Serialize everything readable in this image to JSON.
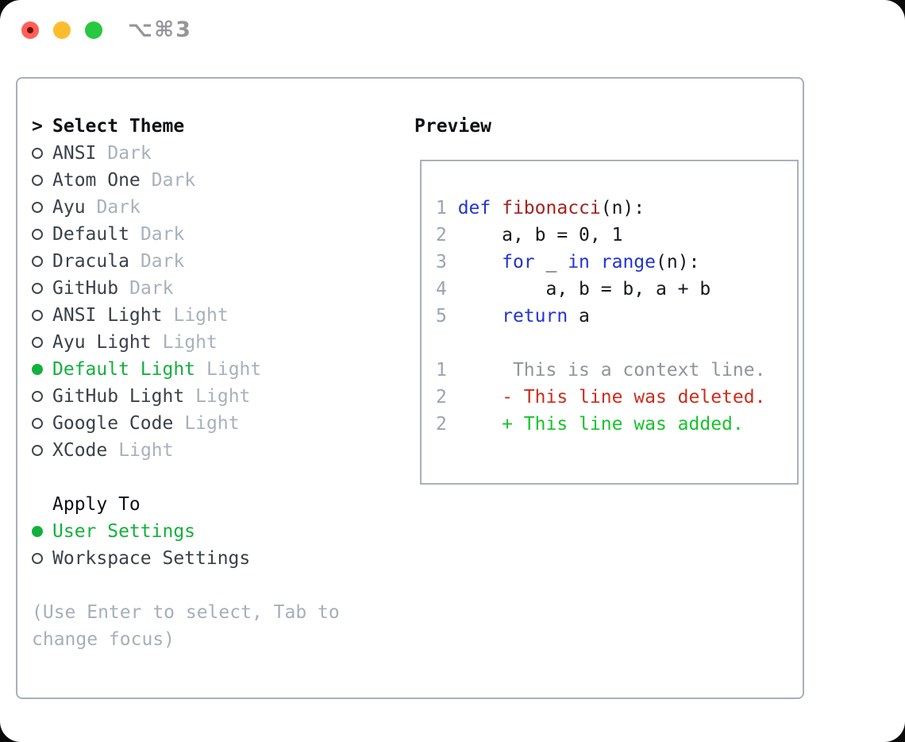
{
  "window": {
    "shortcut": "⌥⌘3"
  },
  "theme_list": {
    "prompt": ">",
    "header": "Select Theme",
    "items": [
      {
        "name": "ANSI",
        "variant": "Dark",
        "selected": false
      },
      {
        "name": "Atom One",
        "variant": "Dark",
        "selected": false
      },
      {
        "name": "Ayu",
        "variant": "Dark",
        "selected": false
      },
      {
        "name": "Default",
        "variant": "Dark",
        "selected": false
      },
      {
        "name": "Dracula",
        "variant": "Dark",
        "selected": false
      },
      {
        "name": "GitHub",
        "variant": "Dark",
        "selected": false
      },
      {
        "name": "ANSI Light",
        "variant": "Light",
        "selected": false
      },
      {
        "name": "Ayu Light",
        "variant": "Light",
        "selected": false
      },
      {
        "name": "Default Light",
        "variant": "Light",
        "selected": true
      },
      {
        "name": "GitHub Light",
        "variant": "Light",
        "selected": false
      },
      {
        "name": "Google Code",
        "variant": "Light",
        "selected": false
      },
      {
        "name": "XCode",
        "variant": "Light",
        "selected": false
      }
    ]
  },
  "apply_to": {
    "header": "Apply To",
    "options": [
      {
        "label": "User Settings",
        "selected": true
      },
      {
        "label": "Workspace Settings",
        "selected": false
      }
    ]
  },
  "help_text": "(Use Enter to select, Tab to change focus)",
  "preview": {
    "header": "Preview",
    "lines": [
      [
        {
          "t": "1 ",
          "c": "num"
        },
        {
          "t": "def",
          "c": "kw"
        },
        {
          "t": " ",
          "c": "pln"
        },
        {
          "t": "fibonacci",
          "c": "fn"
        },
        {
          "t": "(n):",
          "c": "pln"
        }
      ],
      [
        {
          "t": "2 ",
          "c": "num"
        },
        {
          "t": "    a, b = 0, 1",
          "c": "pln"
        }
      ],
      [
        {
          "t": "3 ",
          "c": "num"
        },
        {
          "t": "    ",
          "c": "pln"
        },
        {
          "t": "for",
          "c": "kw"
        },
        {
          "t": " _ ",
          "c": "pln"
        },
        {
          "t": "in",
          "c": "kw"
        },
        {
          "t": " ",
          "c": "pln"
        },
        {
          "t": "range",
          "c": "kw"
        },
        {
          "t": "(n):",
          "c": "pln"
        }
      ],
      [
        {
          "t": "4 ",
          "c": "num"
        },
        {
          "t": "        a, b = b, a + b",
          "c": "pln"
        }
      ],
      [
        {
          "t": "5 ",
          "c": "num"
        },
        {
          "t": "    ",
          "c": "pln"
        },
        {
          "t": "return",
          "c": "kw"
        },
        {
          "t": " a",
          "c": "pln"
        }
      ],
      [],
      [
        {
          "t": "1",
          "c": "num"
        },
        {
          "t": "      This is a context line.",
          "c": "ctx"
        }
      ],
      [
        {
          "t": "2",
          "c": "num"
        },
        {
          "t": "     ",
          "c": "pln"
        },
        {
          "t": "- This line was deleted.",
          "c": "del"
        }
      ],
      [
        {
          "t": "2",
          "c": "num"
        },
        {
          "t": "     ",
          "c": "pln"
        },
        {
          "t": "+ This line was added.",
          "c": "add"
        }
      ]
    ]
  },
  "colors": {
    "traffic_red": "#ff5f57",
    "traffic_yellow": "#febc2e",
    "traffic_green": "#28c840",
    "shortcut_gray": "#95959a",
    "border_gray": "#a9b1ba",
    "header_black": "#0e1114",
    "item_text": "#3a4149",
    "variant_gray": "#a8b1bb",
    "circle_outline": "#42484f",
    "selected_green": "#12b13c",
    "help_gray": "#a6afb9",
    "line_number_gray": "#9aa4af",
    "keyword_blue": "#2334d0",
    "function_red": "#a7221d",
    "code_black": "#15181c",
    "context_gray": "#8e959c",
    "diff_deleted_red": "#cb2d1a",
    "diff_added_green": "#17c32c"
  }
}
